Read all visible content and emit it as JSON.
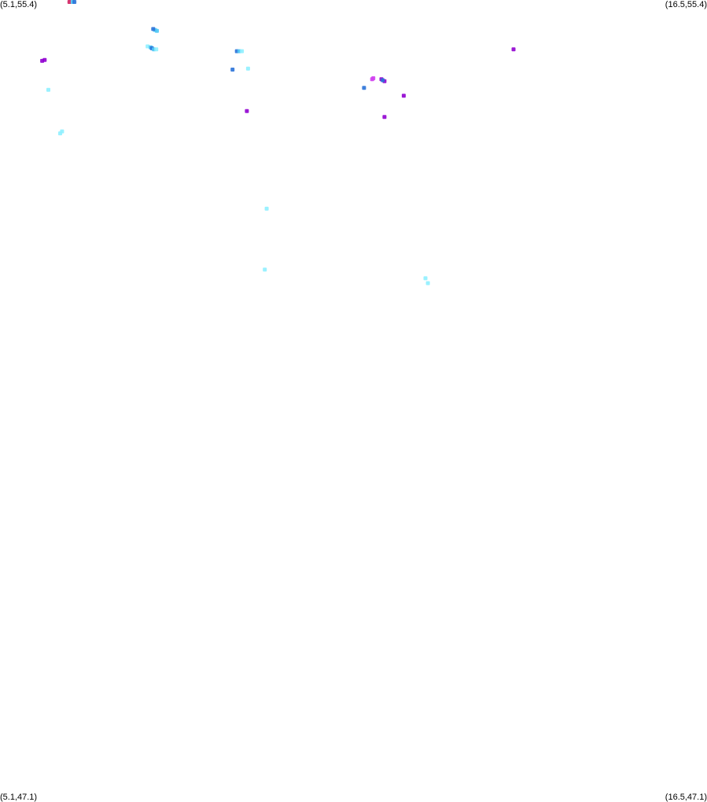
{
  "chart_data": {
    "type": "scatter",
    "xlim": [
      5.1,
      16.5
    ],
    "ylim": [
      47.1,
      55.4
    ],
    "grid": false,
    "corner_labels": {
      "top_left": "(5.1,55.4)",
      "top_right": "(16.5,55.4)",
      "bottom_left": "(5.1,47.1)",
      "bottom_right": "(16.5,47.1)"
    },
    "colors": {
      "cyan_light": "#8ff0ff",
      "cyan": "#4fc8f5",
      "blue": "#2a72d8",
      "purple": "#9000d0",
      "magenta": "#d040f0"
    },
    "points": [
      {
        "x": 6.22,
        "y": 55.38,
        "color": "#d02060"
      },
      {
        "x": 6.27,
        "y": 55.38,
        "color": "#4fc8f5"
      },
      {
        "x": 6.3,
        "y": 55.38,
        "color": "#2a72d8"
      },
      {
        "x": 7.6,
        "y": 55.09,
        "color": "#4fc8f5"
      },
      {
        "x": 7.63,
        "y": 55.08,
        "color": "#4fc8f5"
      },
      {
        "x": 7.57,
        "y": 55.1,
        "color": "#2a72d8"
      },
      {
        "x": 7.48,
        "y": 54.92,
        "color": "#8ff0ff"
      },
      {
        "x": 7.53,
        "y": 54.91,
        "color": "#4fc8f5"
      },
      {
        "x": 7.55,
        "y": 54.9,
        "color": "#2a72d8"
      },
      {
        "x": 7.58,
        "y": 54.89,
        "color": "#4fc8f5"
      },
      {
        "x": 7.62,
        "y": 54.89,
        "color": "#8ff0ff"
      },
      {
        "x": 8.92,
        "y": 54.87,
        "color": "#2a72d8"
      },
      {
        "x": 8.96,
        "y": 54.87,
        "color": "#4fc8f5"
      },
      {
        "x": 9.0,
        "y": 54.87,
        "color": "#8ff0ff"
      },
      {
        "x": 8.85,
        "y": 54.68,
        "color": "#2a72d8"
      },
      {
        "x": 9.1,
        "y": 54.69,
        "color": "#8ff0ff"
      },
      {
        "x": 5.78,
        "y": 54.77,
        "color": "#9000d0"
      },
      {
        "x": 5.82,
        "y": 54.78,
        "color": "#9000d0"
      },
      {
        "x": 5.88,
        "y": 54.47,
        "color": "#8ff0ff"
      },
      {
        "x": 6.07,
        "y": 54.02,
        "color": "#8ff0ff"
      },
      {
        "x": 6.1,
        "y": 54.04,
        "color": "#8ff0ff"
      },
      {
        "x": 11.12,
        "y": 54.59,
        "color": "#d040f0"
      },
      {
        "x": 11.1,
        "y": 54.58,
        "color": "#d040f0"
      },
      {
        "x": 11.25,
        "y": 54.58,
        "color": "#9000d0"
      },
      {
        "x": 11.3,
        "y": 54.56,
        "color": "#9000d0"
      },
      {
        "x": 11.27,
        "y": 54.57,
        "color": "#2a72d8"
      },
      {
        "x": 10.97,
        "y": 54.49,
        "color": "#2a72d8"
      },
      {
        "x": 11.61,
        "y": 54.41,
        "color": "#9000d0"
      },
      {
        "x": 11.3,
        "y": 54.19,
        "color": "#9000d0"
      },
      {
        "x": 9.08,
        "y": 54.25,
        "color": "#9000d0"
      },
      {
        "x": 13.38,
        "y": 54.89,
        "color": "#9000d0"
      },
      {
        "x": 9.4,
        "y": 53.24,
        "color": "#8ff0ff"
      },
      {
        "x": 9.37,
        "y": 52.61,
        "color": "#8ff0ff"
      },
      {
        "x": 11.96,
        "y": 52.52,
        "color": "#8ff0ff"
      },
      {
        "x": 12.0,
        "y": 52.47,
        "color": "#8ff0ff"
      }
    ]
  }
}
